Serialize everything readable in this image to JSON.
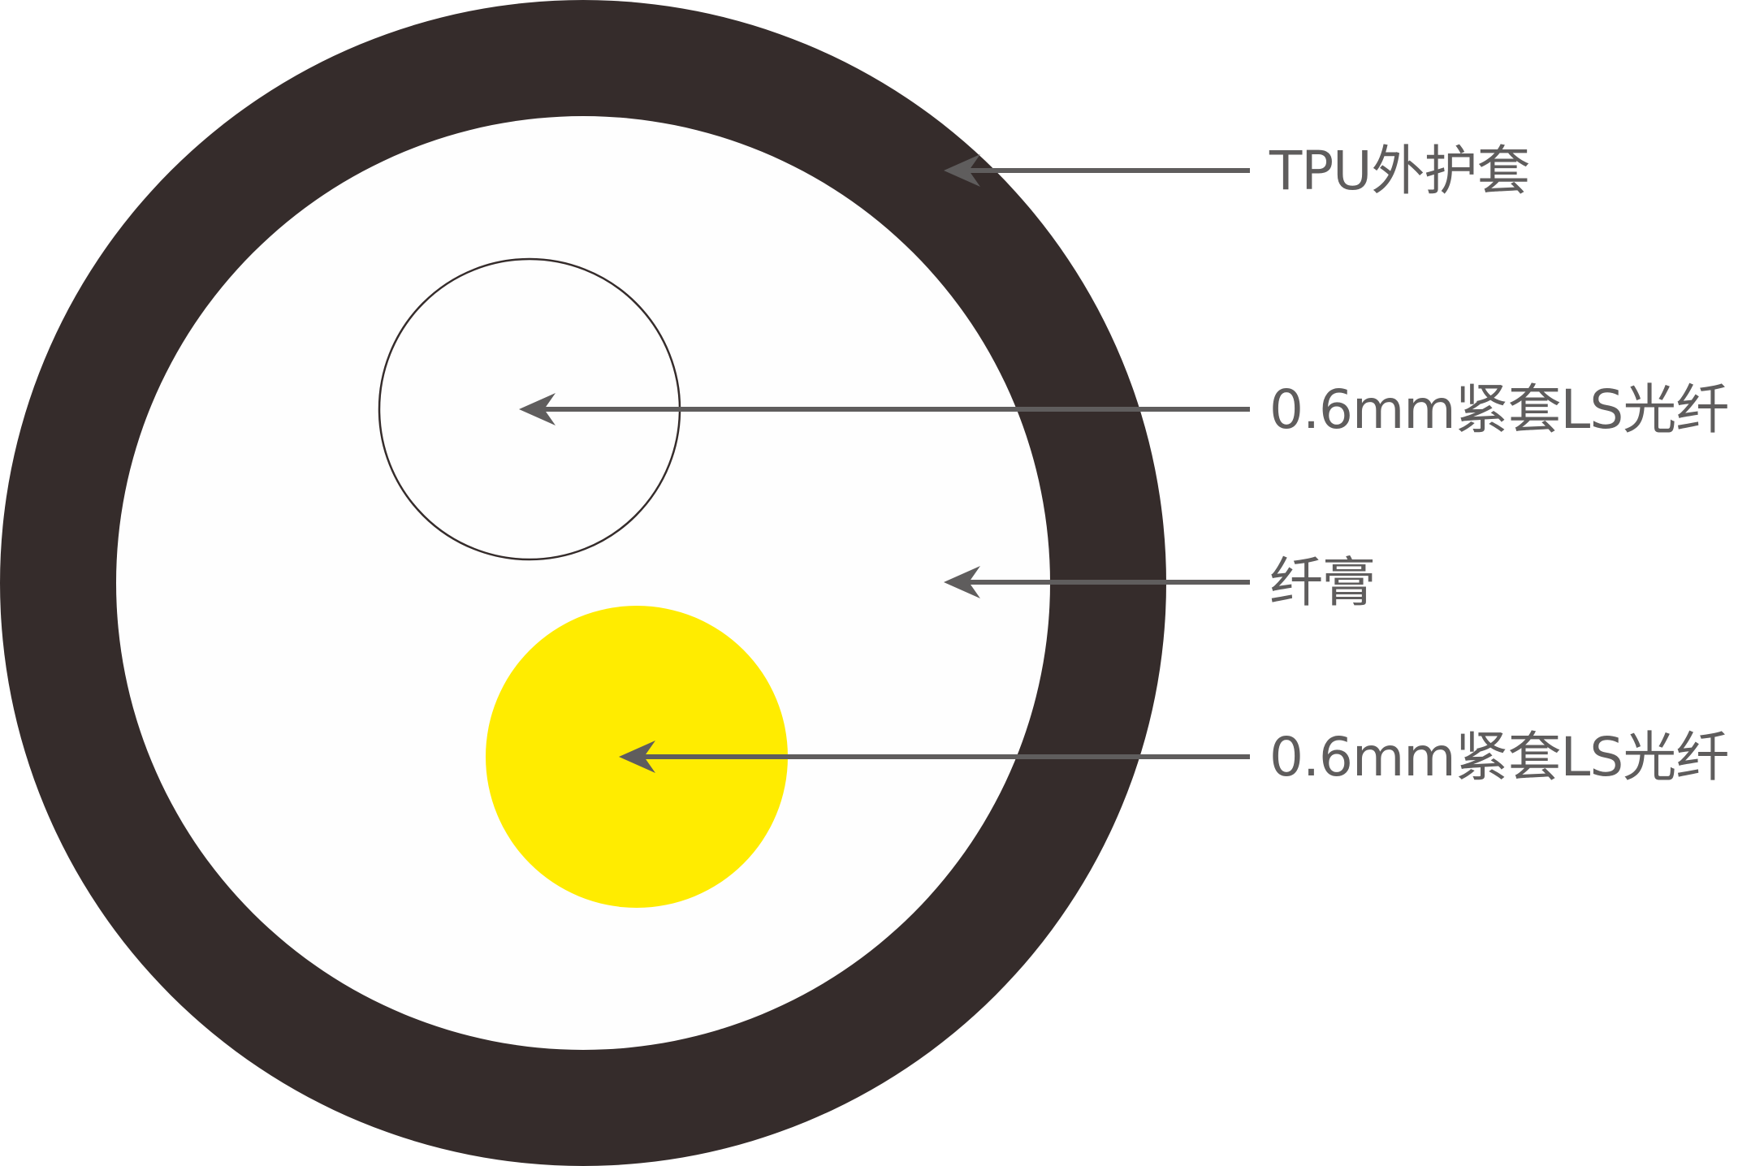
{
  "diagram": {
    "type": "cable cross-section",
    "colors": {
      "jacket": "#352c2b",
      "filler": "#fefefe",
      "fiber_outline": "#352c2b",
      "fiber_yellow": "#ffec00",
      "arrow": "#5f5d5d",
      "text": "#5f5d5d"
    },
    "labels": [
      {
        "id": "jacket",
        "text": "TPU外护套"
      },
      {
        "id": "fiber-1",
        "text": "0.6mm紧套LS光纤"
      },
      {
        "id": "filler",
        "text": "纤膏"
      },
      {
        "id": "fiber-2",
        "text": "0.6mm紧套LS光纤"
      }
    ]
  }
}
